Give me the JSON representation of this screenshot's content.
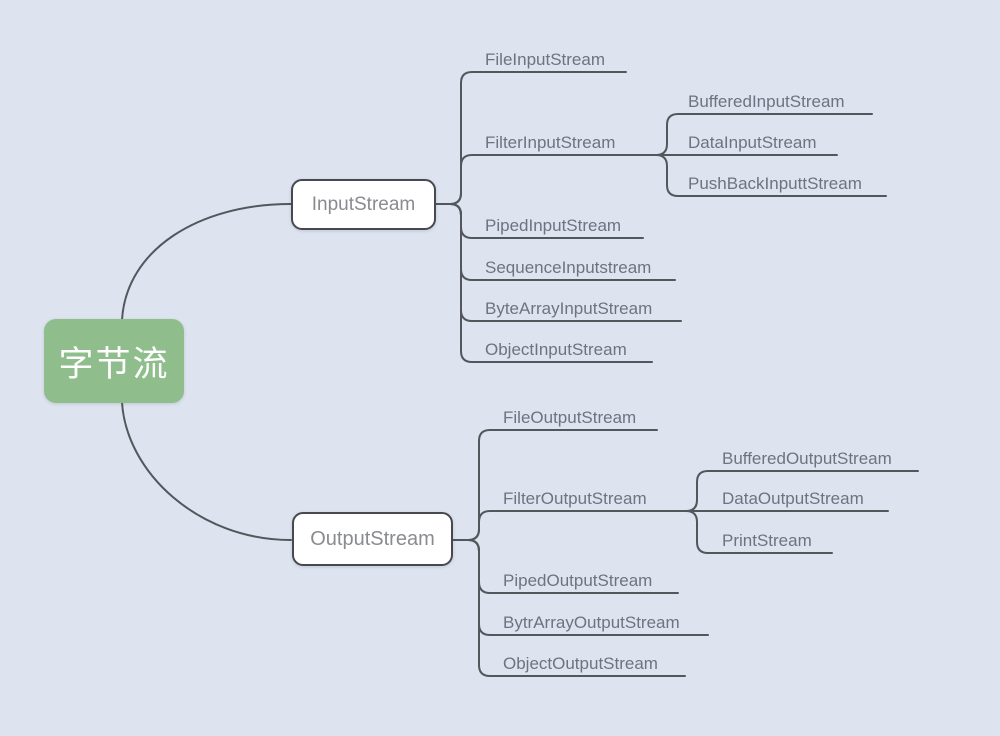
{
  "root": {
    "label": "字节流"
  },
  "input": {
    "label": "InputStream",
    "children": [
      {
        "label": "FileInputStream"
      },
      {
        "label": "FilterInputStream",
        "children": [
          {
            "label": "BufferedInputStream"
          },
          {
            "label": "DataInputStream"
          },
          {
            "label": "PushBackInputtStream"
          }
        ]
      },
      {
        "label": "PipedInputStream"
      },
      {
        "label": "SequenceInputstream"
      },
      {
        "label": "ByteArrayInputStream"
      },
      {
        "label": "ObjectInputStream"
      }
    ]
  },
  "output": {
    "label": "OutputStream",
    "children": [
      {
        "label": "FileOutputStream"
      },
      {
        "label": "FilterOutputStream",
        "children": [
          {
            "label": "BufferedOutputStream"
          },
          {
            "label": "DataOutputStream"
          },
          {
            "label": "PrintStream"
          }
        ]
      },
      {
        "label": "PipedOutputStream"
      },
      {
        "label": "BytrArrayOutputStream"
      },
      {
        "label": "ObjectOutputStream"
      }
    ]
  },
  "colors": {
    "background": "#dde3ef",
    "root_fill": "#8fbe8c",
    "line": "#53575c",
    "leaf_text": "#6e7380",
    "node_text": "#898b8f"
  }
}
